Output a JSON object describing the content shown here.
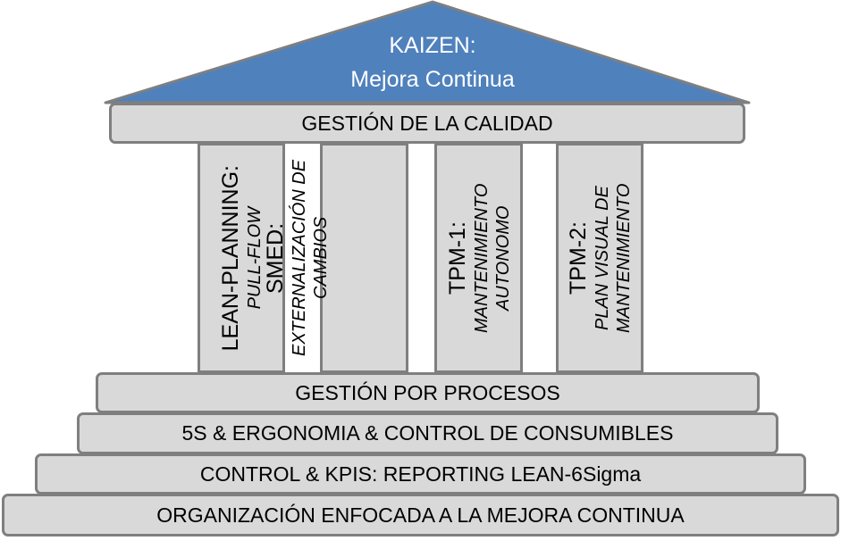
{
  "roof": {
    "title": "KAIZEN:",
    "subtitle": "Mejora Continua",
    "color": "#4f81bd"
  },
  "lintel": "GESTIÓN DE LA CALIDAD",
  "pillars": [
    {
      "title": "LEAN-PLANNING:",
      "subtitle": "PULL-FLOW"
    },
    {
      "title": "SMED:",
      "subtitle": "EXTERNALIZACIÓN DE CAMBIOS"
    },
    {
      "title": "TPM-1:",
      "subtitle": "MANTENIMIENTO AUTONOMO"
    },
    {
      "title": "TPM-2:",
      "subtitle": "PLAN VISUAL DE MANTENIMIENTO"
    }
  ],
  "steps": [
    "GESTIÓN POR PROCESOS",
    "5S & ERGONOMIA & CONTROL DE CONSUMIBLES",
    "CONTROL & KPIS: REPORTING LEAN-6Sigma",
    "ORGANIZACIÓN ENFOCADA A LA MEJORA CONTINUA"
  ]
}
